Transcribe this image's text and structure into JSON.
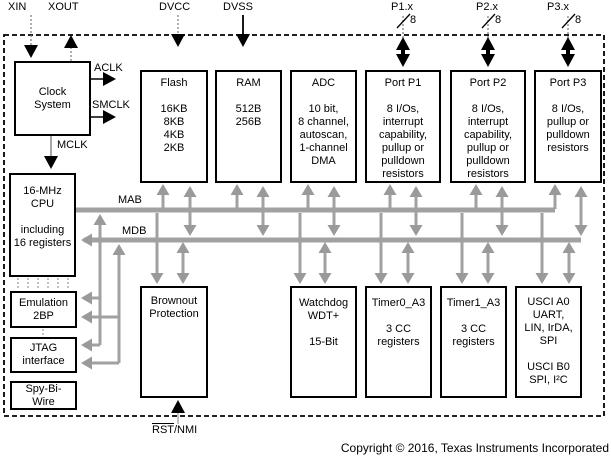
{
  "pin_labels": {
    "xin": "XIN",
    "xout": "XOUT",
    "dvcc": "DVCC",
    "dvss": "DVSS",
    "p1": "P1.x",
    "p2": "P2.x",
    "p3": "P3.x",
    "bus_width": "8",
    "rst_overlined": "RST",
    "rst_rest": "/NMI"
  },
  "clock_labels": {
    "aclk": "ACLK",
    "smclk": "SMCLK",
    "mclk": "MCLK"
  },
  "bus_labels": {
    "mab": "MAB",
    "mdb": "MDB"
  },
  "blocks": {
    "clock": "Clock\nSystem",
    "flash": "Flash\n\n16KB\n8KB\n4KB\n2KB",
    "ram": "RAM\n\n512B\n256B",
    "adc": "ADC\n\n10 bit,\n8 channel,\nautoscan,\n1-channel\nDMA",
    "port1": "Port P1\n\n8 I/Os,\ninterrupt\ncapability,\npullup or\npulldown\nresistors",
    "port2": "Port P2\n\n8 I/Os,\ninterrupt\ncapability,\npullup or\npulldown\nresistors",
    "port3": "Port P3\n\n8 I/Os,\npullup or\npulldown\nresistors",
    "cpu": "16-MHz\nCPU\n\nincluding\n16 registers",
    "emulation": "Emulation\n2BP",
    "jtag": "JTAG\ninterface",
    "sbw": "Spy-Bi-\nWire",
    "brownout": "Brownout\nProtection",
    "watchdog": "Watchdog\nWDT+\n\n15-Bit",
    "timer0": "Timer0_A3\n\n3 CC\nregisters",
    "timer1": "Timer1_A3\n\n3 CC\nregisters",
    "usci": "USCI A0\nUART,\nLIN, IrDA,\nSPI\n\nUSCI B0\nSPI, I²C"
  },
  "footer": {
    "copyright": "Copyright © 2016, Texas Instruments Incorporated"
  },
  "colors": {
    "bus_gray": "#a1a1a1",
    "arrow_gray": "#9a9a9a",
    "black": "#000000"
  }
}
